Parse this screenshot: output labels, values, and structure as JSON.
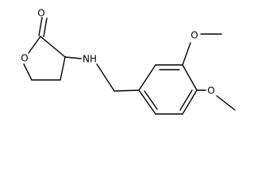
{
  "diagram": {
    "type": "chemical-structure",
    "colors": {
      "bond": "#000000",
      "label": "#000000",
      "background": "#ffffff"
    },
    "atom_labels": {
      "carbonyl_oxygen": "O",
      "ring_oxygen": "O",
      "amine": "NH",
      "methoxy_3_oxygen": "O",
      "methoxy_4_oxygen": "O"
    }
  }
}
